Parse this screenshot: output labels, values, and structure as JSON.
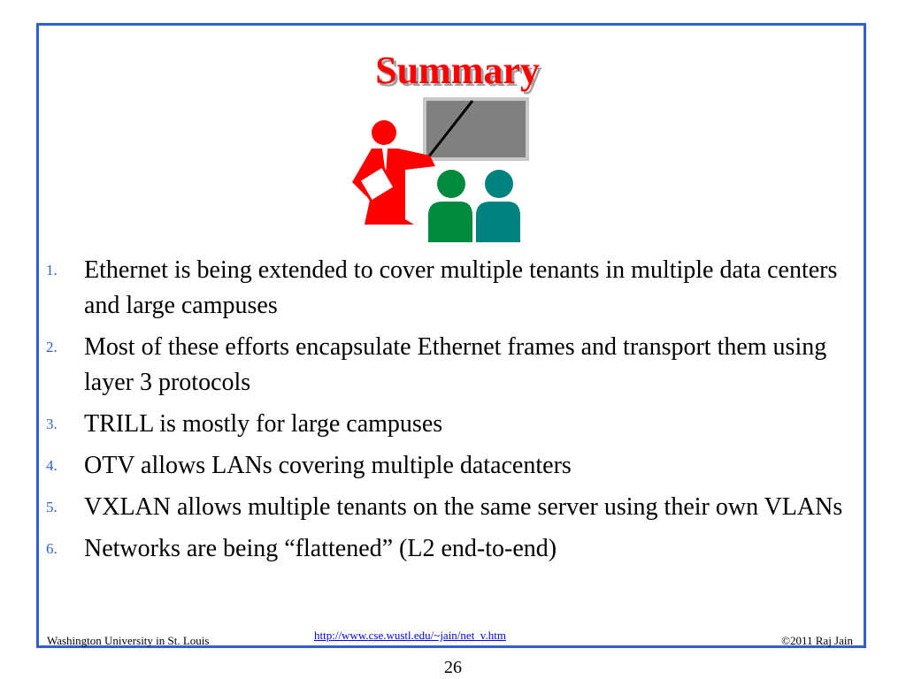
{
  "slide": {
    "title": "Summary",
    "bullets": [
      {
        "number": "1.",
        "text": "Ethernet is being extended to cover multiple tenants in multiple data centers and large campuses"
      },
      {
        "number": "2.",
        "text": "Most of these efforts encapsulate Ethernet frames and transport them using layer 3 protocols"
      },
      {
        "number": "3.",
        "text": "TRILL is mostly for large campuses"
      },
      {
        "number": "4.",
        "text": "OTV allows LANs covering multiple datacenters"
      },
      {
        "number": "5.",
        "text": "VXLAN allows multiple tenants on the same server using their own VLANs"
      },
      {
        "number": "6.",
        "text": "Networks are being “flattened” (L2 end-to-end)"
      }
    ],
    "clipart_icon": "presenter-with-audience-icon"
  },
  "footer": {
    "left": "Washington University in St. Louis",
    "link": "http://www.cse.wustl.edu/~jain/net_v.htm",
    "right": "©2011 Raj Jain"
  },
  "page_number": "26",
  "colors": {
    "title": "#ff0000",
    "frame": "#2f5fd0",
    "bullet_number": "#2f5fd0",
    "presenter": "#ff0000",
    "audience_left": "#008a3e",
    "audience_right": "#00837f",
    "board": "#808080"
  }
}
